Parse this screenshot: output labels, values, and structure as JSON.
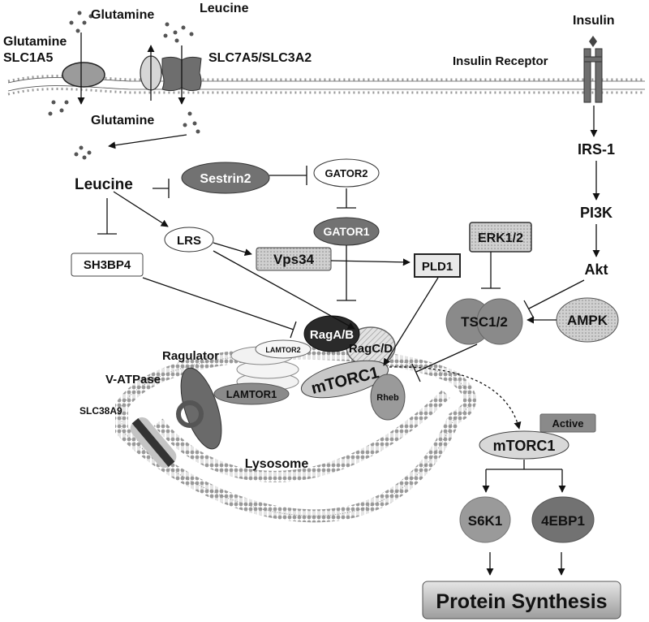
{
  "labels": {
    "glutamine_top": "Glutamine",
    "leucine_top": "Leucine",
    "glutamine_slc1a5_line1": "Glutamine",
    "glutamine_slc1a5_line2": "SLC1A5",
    "slc7a5": "SLC7A5/SLC3A2",
    "glutamine_lower": "Glutamine",
    "insulin": "Insulin",
    "insulin_receptor": "Insulin Receptor",
    "leucine_main": "Leucine",
    "sestrin2": "Sestrin2",
    "gator2": "GATOR2",
    "gator1": "GATOR1",
    "lrs": "LRS",
    "vps34": "Vps34",
    "pld1": "PLD1",
    "sh3bp4": "SH3BP4",
    "erk12": "ERK1/2",
    "irs1": "IRS-1",
    "pi3k": "PI3K",
    "akt": "Akt",
    "ampk": "AMPK",
    "tsc12": "TSC1/2",
    "raga_b": "RagA/B",
    "ragc_d": "RagC/D",
    "lamtor2": "LAMTOR2",
    "lamtor1": "LAMTOR1",
    "ragulator": "Ragulator",
    "v_atpase": "V-ATPase",
    "slc38a9": "SLC38A9",
    "mtorc1_lyso": "mTORC1",
    "rheb": "Rheb",
    "lysosome": "Lysosome",
    "active": "Active",
    "mtorc1_active": "mTORC1",
    "s6k1": "S6K1",
    "ebp1": "4EBP1",
    "protein_synthesis": "Protein Synthesis"
  }
}
